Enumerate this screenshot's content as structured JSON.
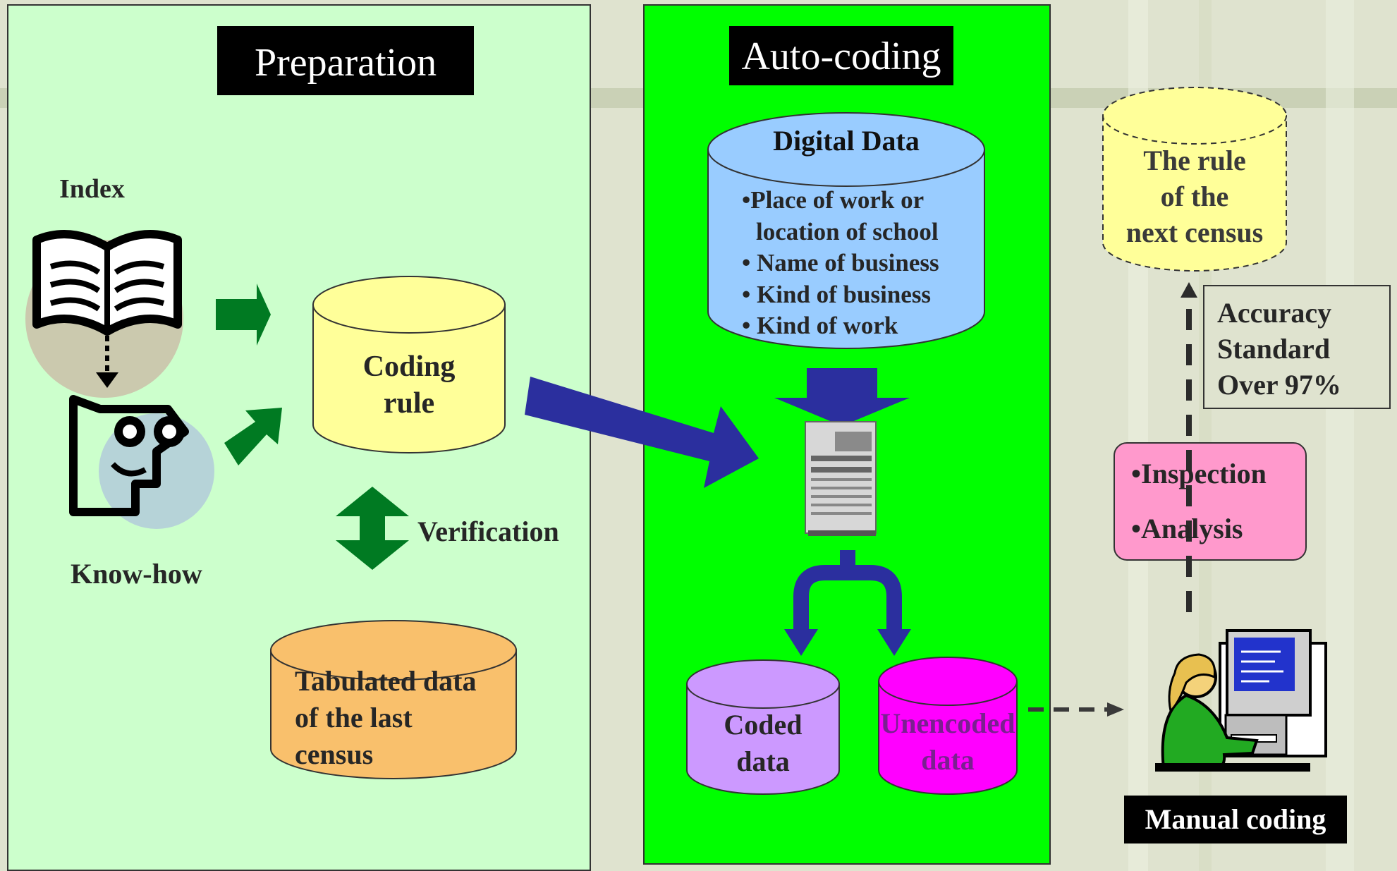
{
  "colors": {
    "background": "#dfe3cf",
    "preparation_panel": "#ccffcc",
    "autocoding_panel": "#00ff00",
    "coding_rule_cylinder": "#ffff99",
    "tabulated_cylinder": "#f9c06c",
    "digital_data_cylinder": "#99ccff",
    "coded_data_cylinder": "#cc99ff",
    "unencoded_cylinder": "#ff00ff",
    "next_census_cylinder": "#ffff99",
    "inspection_box": "#ff99cc",
    "green_arrow": "#007a22",
    "blue_arrow": "#2b2f9e"
  },
  "preparation": {
    "title": "Preparation",
    "index_label": "Index",
    "knowhow_label": "Know-how",
    "coding_rule": [
      "Coding",
      "rule"
    ],
    "verification_label": "Verification",
    "tabulated_data": [
      "Tabulated data",
      "of the last",
      "census"
    ]
  },
  "autocoding": {
    "title": "Auto-coding",
    "digital_data": {
      "title": "Digital Data",
      "items": [
        "•Place of work or",
        "location of school",
        "• Name of business",
        "• Kind of business",
        "• Kind of work"
      ]
    },
    "coded_data": [
      "Coded",
      "data"
    ],
    "unencoded_data": [
      "Unencoded",
      "data"
    ]
  },
  "manual": {
    "next_census_rule": [
      "The rule",
      "of the",
      "next census"
    ],
    "accuracy": [
      "Accuracy",
      "Standard",
      "Over 97%"
    ],
    "inspection": "•Inspection",
    "analysis": "•Analysis",
    "manual_coding_label": "Manual coding"
  },
  "icons": [
    "open-book-icon",
    "thinking-face-icon",
    "server-computer-icon",
    "person-at-computer-icon"
  ]
}
